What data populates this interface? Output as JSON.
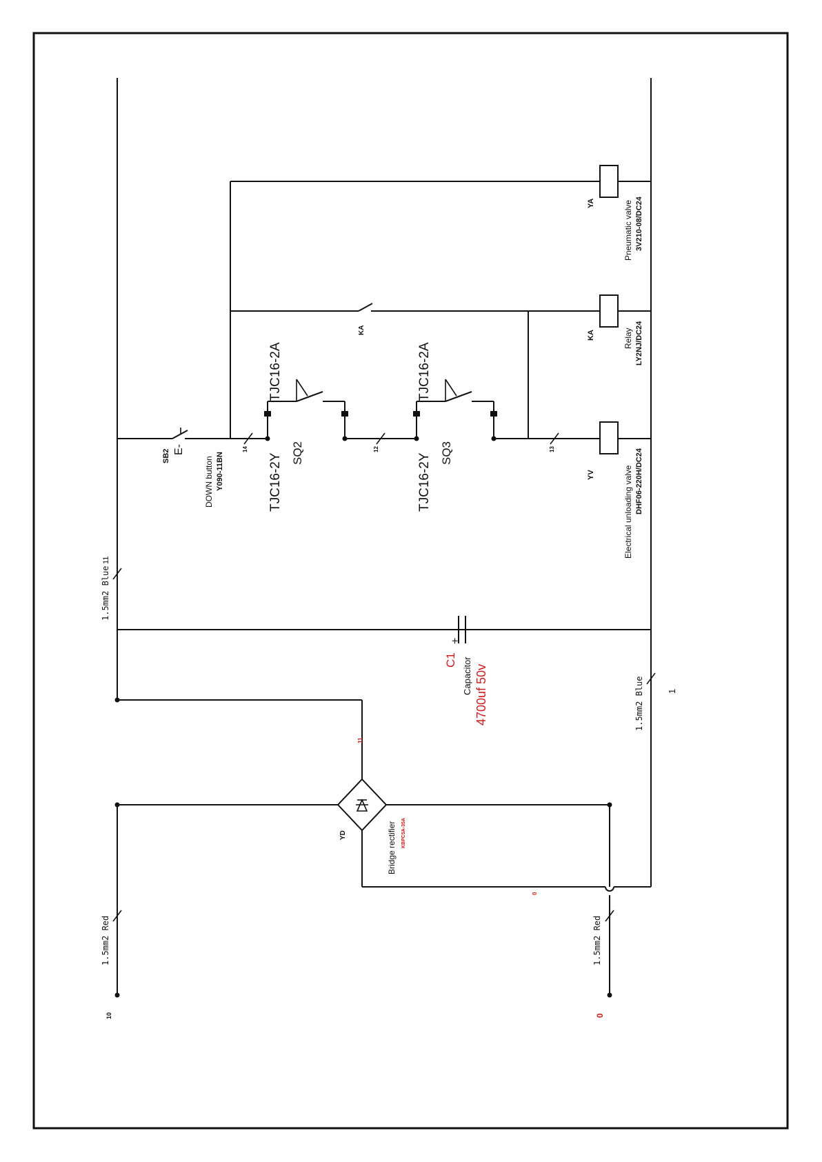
{
  "wire_labels": {
    "top_left_number": "11",
    "top_left_wire": "1.5mm2 Blue",
    "bottom_right_number": "1",
    "bottom_right_wire": "1.5mm2 Blue",
    "left_red_wire": "1.5mm2 Red",
    "right_red_wire": "1.5mm2 Red",
    "left_terminal": "10",
    "right_terminal": "0",
    "wire_14": "14",
    "wire_12": "12",
    "wire_13": "13",
    "rectifier_in_11": "11",
    "rectifier_in_0": "0"
  },
  "components": {
    "sb2": {
      "tag": "SB2",
      "symbol": "E-",
      "name": "DOWN button",
      "part": "Y090-11BN"
    },
    "sq2": {
      "tag": "SQ2",
      "part_top": "TJC16-2A",
      "part_bottom": "TJC16-2Y"
    },
    "sq3": {
      "tag": "SQ3",
      "part_top": "TJC16-2A",
      "part_bottom": "TJC16-2Y"
    },
    "ka_contact": {
      "tag": "KA"
    },
    "yv": {
      "tag": "YV",
      "name": "Electrical unloading valve",
      "part": "DHF06-220H/DC24"
    },
    "ka_coil": {
      "tag": "KA",
      "name": "Relay",
      "part": "LY2NJ/DC24"
    },
    "ya": {
      "tag": "YA",
      "name": "Pneumatic valve",
      "part": "3V210-08/DC24"
    },
    "c1": {
      "tag": "C1",
      "name": "Capacitor",
      "value": "4700uf  50v",
      "plus": "+"
    },
    "yd": {
      "tag": "YD",
      "name": "Bridge rectifier",
      "part": "KBPC5A-35A"
    }
  },
  "colors": {
    "line": "#111111",
    "annotation": "#d11a1a",
    "background": "#ffffff"
  }
}
